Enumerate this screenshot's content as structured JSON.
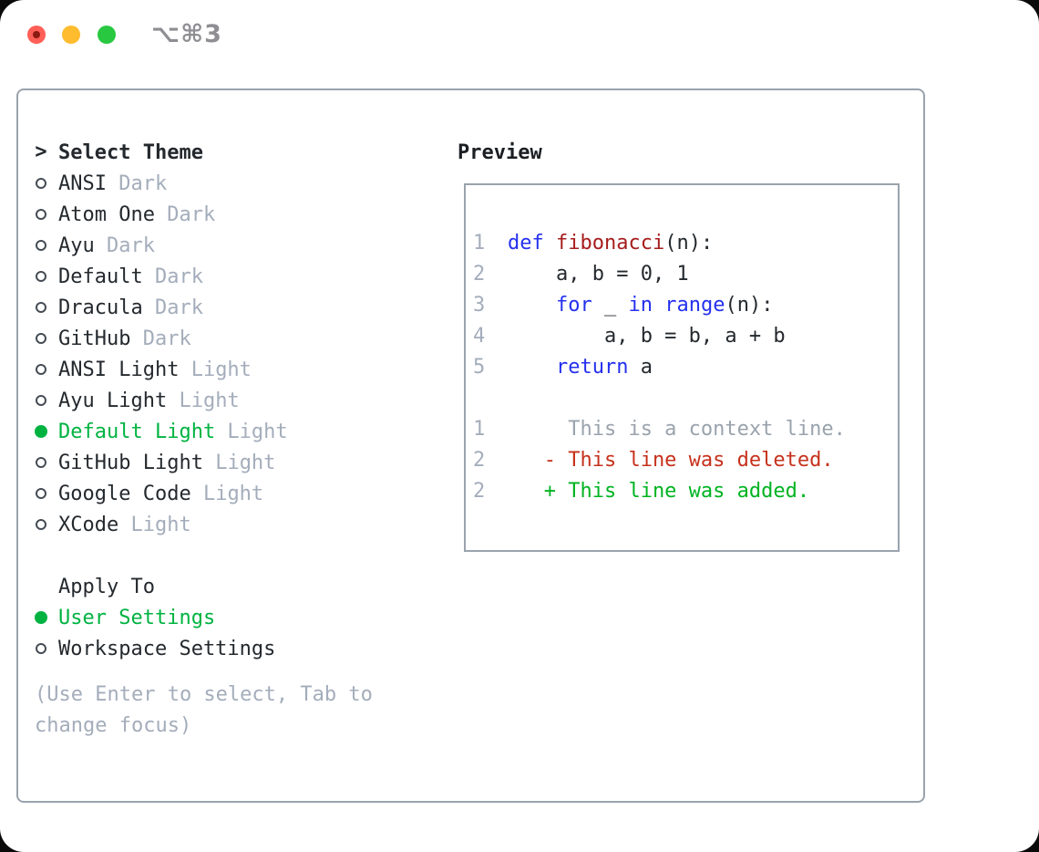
{
  "window": {
    "title": "⌥⌘3",
    "traffic_lights": [
      "close",
      "minimize",
      "zoom"
    ]
  },
  "theme_picker": {
    "heading_prefix": ">",
    "heading": "Select Theme",
    "items": [
      {
        "name": "ANSI",
        "variant": "Dark",
        "selected": false
      },
      {
        "name": "Atom One",
        "variant": "Dark",
        "selected": false
      },
      {
        "name": "Ayu",
        "variant": "Dark",
        "selected": false
      },
      {
        "name": "Default",
        "variant": "Dark",
        "selected": false
      },
      {
        "name": "Dracula",
        "variant": "Dark",
        "selected": false
      },
      {
        "name": "GitHub",
        "variant": "Dark",
        "selected": false
      },
      {
        "name": "ANSI Light",
        "variant": "Light",
        "selected": false
      },
      {
        "name": "Ayu Light",
        "variant": "Light",
        "selected": false
      },
      {
        "name": "Default Light",
        "variant": "Light",
        "selected": true
      },
      {
        "name": "GitHub Light",
        "variant": "Light",
        "selected": false
      },
      {
        "name": "Google Code",
        "variant": "Light",
        "selected": false
      },
      {
        "name": "XCode",
        "variant": "Light",
        "selected": false
      }
    ],
    "apply_heading": "Apply To",
    "apply_items": [
      {
        "name": "User Settings",
        "selected": true
      },
      {
        "name": "Workspace Settings",
        "selected": false
      }
    ],
    "hint": "(Use Enter to select, Tab to\nchange focus)"
  },
  "preview": {
    "heading": "Preview",
    "code_lines": [
      {
        "num": "1",
        "tokens": [
          {
            "t": "def",
            "c": "kw"
          },
          {
            "t": " ",
            "c": "plain"
          },
          {
            "t": "fibonacci",
            "c": "fn"
          },
          {
            "t": "(n):",
            "c": "plain"
          }
        ]
      },
      {
        "num": "2",
        "tokens": [
          {
            "t": "    a, b = 0, 1",
            "c": "plain"
          }
        ]
      },
      {
        "num": "3",
        "tokens": [
          {
            "t": "    ",
            "c": "plain"
          },
          {
            "t": "for",
            "c": "kw"
          },
          {
            "t": " _ ",
            "c": "plain"
          },
          {
            "t": "in",
            "c": "kw"
          },
          {
            "t": " ",
            "c": "plain"
          },
          {
            "t": "range",
            "c": "kw"
          },
          {
            "t": "(n):",
            "c": "plain"
          }
        ]
      },
      {
        "num": "4",
        "tokens": [
          {
            "t": "        a, b = b, a + b",
            "c": "plain"
          }
        ]
      },
      {
        "num": "5",
        "tokens": [
          {
            "t": "    ",
            "c": "plain"
          },
          {
            "t": "return",
            "c": "kw"
          },
          {
            "t": " a",
            "c": "plain"
          }
        ]
      },
      {
        "num": "",
        "tokens": []
      },
      {
        "num": "1",
        "tokens": [
          {
            "t": "     This is a context line.",
            "c": "ctx"
          }
        ]
      },
      {
        "num": "2",
        "tokens": [
          {
            "t": "   - This line was deleted.",
            "c": "del"
          }
        ]
      },
      {
        "num": "2",
        "tokens": [
          {
            "t": "   + This line was added.",
            "c": "add"
          }
        ]
      }
    ]
  },
  "colors": {
    "accent_green": "#00b341",
    "keyword_blue": "#2430ee",
    "function_red": "#a61d1d",
    "deleted_red": "#c6311c",
    "added_green": "#00b321",
    "muted_gray": "#a4adbb",
    "border_gray": "#9aa3ad",
    "text_dark": "#24292e",
    "traffic_red": "#ff5f57",
    "traffic_yellow": "#febc2e",
    "traffic_green": "#28c840"
  }
}
